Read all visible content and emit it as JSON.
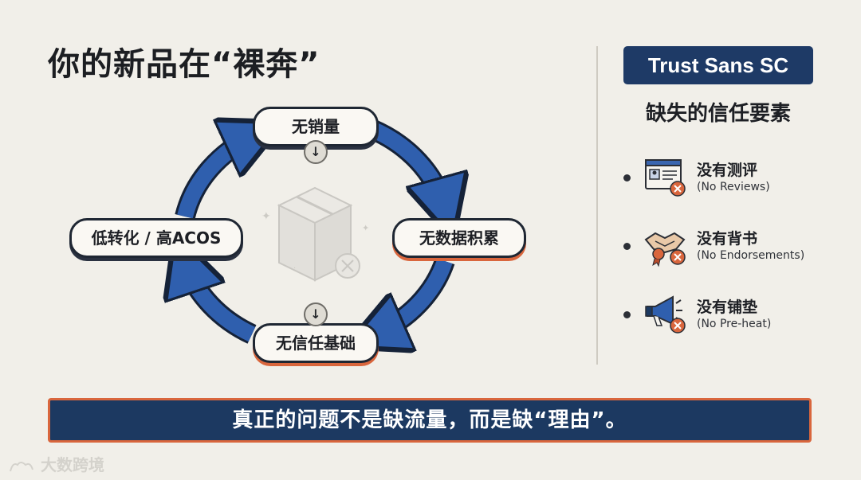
{
  "title": "你的新品在“裸奔”",
  "cycle": {
    "nodes": {
      "top": "无销量",
      "right": "无数据积累",
      "bottom": "无信任基础",
      "left": "低转化 / 高ACOS"
    },
    "center_icon": "box-with-x-icon",
    "arrow_color": "#2f5fae",
    "accent_color": "#d9663d"
  },
  "panel": {
    "brand": "Trust Sans SC",
    "heading": "缺失的信任要素",
    "items": [
      {
        "zh": "没有测评",
        "en": "(No Reviews)",
        "icon": "review-card-icon"
      },
      {
        "zh": "没有背书",
        "en": "(No Endorsements)",
        "icon": "handshake-ribbon-icon"
      },
      {
        "zh": "没有铺垫",
        "en": "(No Pre-heat)",
        "icon": "megaphone-icon"
      }
    ]
  },
  "banner": "真正的问题不是缺流量，而是缺“理由”。",
  "watermark": "大数跨境",
  "colors": {
    "background": "#f1efe9",
    "navy": "#1c3961",
    "orange": "#d9663d"
  }
}
